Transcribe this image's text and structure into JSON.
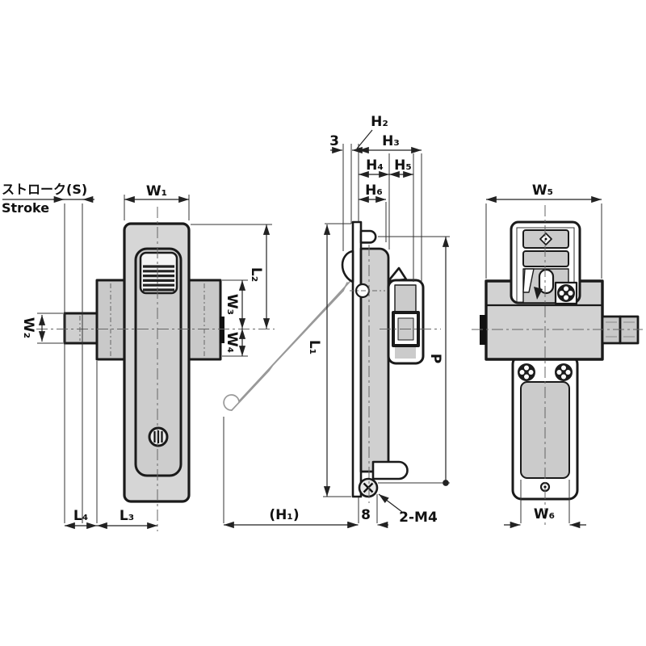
{
  "annotation": {
    "stroke_jp": "ストローク(S)",
    "stroke_en": "Stroke"
  },
  "front": {
    "w1": "W₁",
    "w2": "W₂",
    "w3": "W₃",
    "w4": "W₄",
    "l2": "L₂",
    "l3": "L₃",
    "l4": "L₄"
  },
  "side": {
    "d3": "3",
    "h2": "H₂",
    "h3": "H₃",
    "h4": "H₄",
    "h5": "H₅",
    "h6": "H₆",
    "l1": "L₁",
    "p": "P",
    "h1": "(H₁)",
    "d8": "8",
    "screw_note": "2-M4"
  },
  "rear": {
    "w5": "W₅",
    "w6": "W₆"
  }
}
